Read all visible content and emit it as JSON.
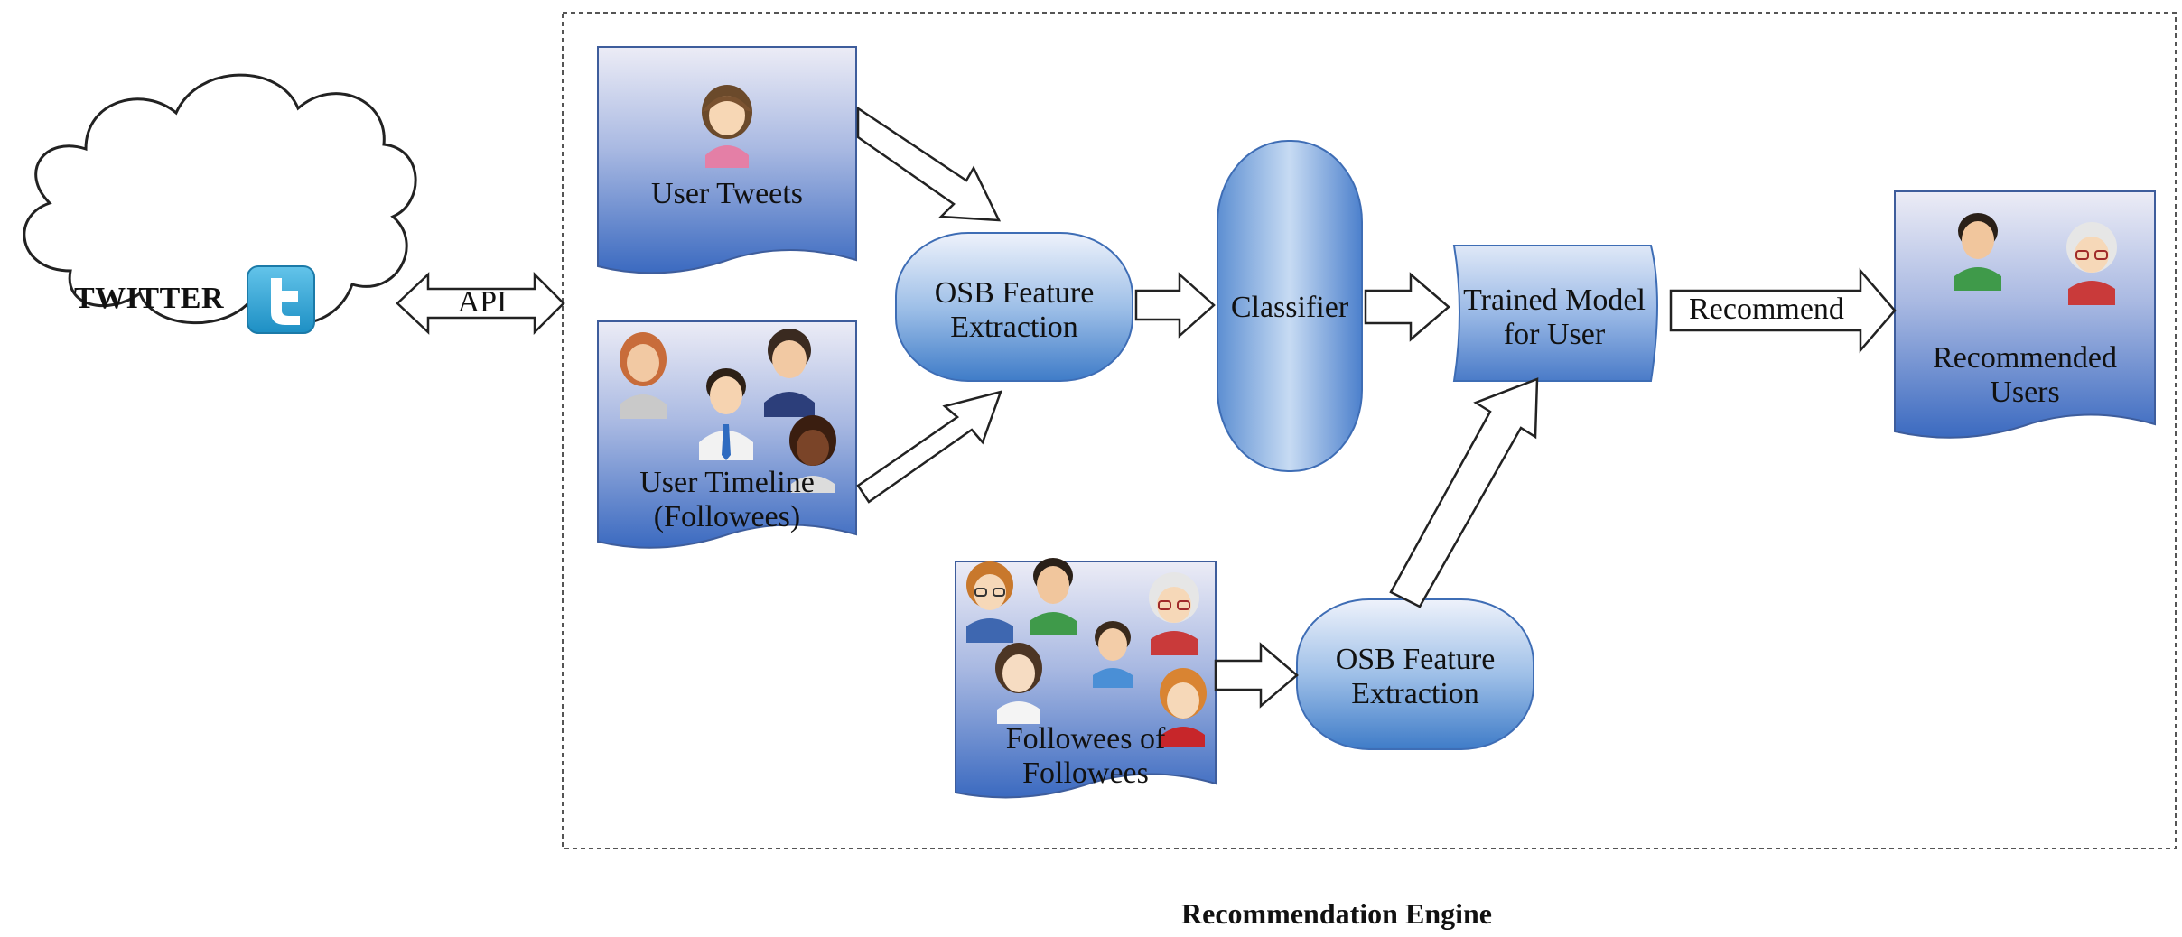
{
  "diagram": {
    "twitter_label": "TWITTER",
    "api_label": "API",
    "engine_caption": "Recommendation Engine",
    "nodes": {
      "user_tweets": "User Tweets",
      "user_timeline_line1": "User Timeline",
      "user_timeline_line2": "(Followees)",
      "osb_top_line1": "OSB Feature",
      "osb_top_line2": "Extraction",
      "classifier": "Classifier",
      "trained_line1": "Trained Model",
      "trained_line2": "for User",
      "recommend": "Recommend",
      "recommended_line1": "Recommended",
      "recommended_line2": "Users",
      "fof_line1": "Followees of",
      "fof_line2": "Followees",
      "osb_bottom_line1": "OSB Feature",
      "osb_bottom_line2": "Extraction"
    }
  },
  "colors": {
    "box_top": "#e8e9f5",
    "box_bottom": "#3f6fc0",
    "twitter_blue": "#2fa7d8",
    "border_dark": "#444444"
  }
}
